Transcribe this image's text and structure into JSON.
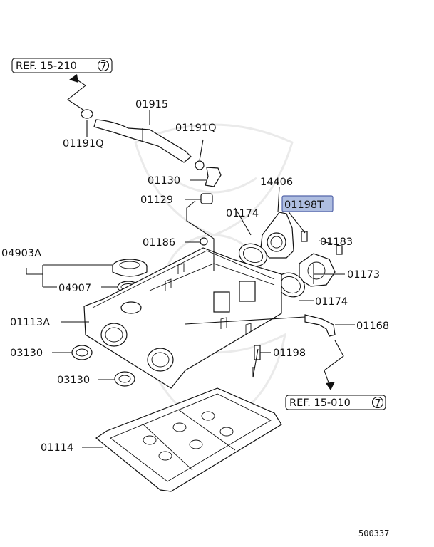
{
  "references": {
    "ref_top": "REF. 15-210",
    "ref_top_num": "7",
    "ref_bottom": "REF. 15-010",
    "ref_bottom_num": "7"
  },
  "parts": {
    "p01915": "01915",
    "p01191Q_left": "01191Q",
    "p01191Q_right": "01191Q",
    "p01130": "01130",
    "p01129": "01129",
    "p14406": "14406",
    "p01198T": "01198T",
    "p01174_top": "01174",
    "p01186": "01186",
    "p01183": "01183",
    "p04903A": "04903A",
    "p01173": "01173",
    "p04907": "04907",
    "p01174_bottom": "01174",
    "p01113A": "01113A",
    "p01168": "01168",
    "p03130_left": "03130",
    "p01198": "01198",
    "p03130_bottom": "03130",
    "p01114": "01114"
  },
  "diagram_code": "500337",
  "highlight_color": "#aebde0"
}
